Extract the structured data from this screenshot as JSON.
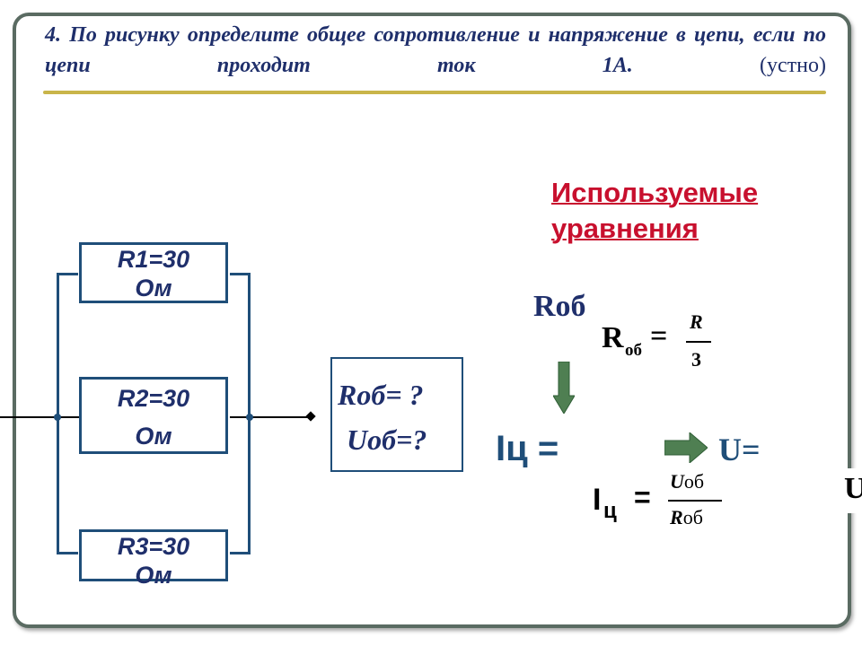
{
  "task": {
    "number": "4.",
    "text": "По рисунку определите общее сопротивление и напряжение в цепи, если по цепи проходит ток 1А.",
    "mode": "(устно)"
  },
  "hint_heading": {
    "line1": "Используемые",
    "line2": "уравнения"
  },
  "resistors": [
    {
      "name": "R1=30",
      "unit": "Ом"
    },
    {
      "name": "R2=30",
      "unit": "Ом"
    },
    {
      "name": "R3=30",
      "unit": "Ом"
    }
  ],
  "given": {
    "line1": "Rоб= ?",
    "line2": "Uоб=?"
  },
  "formulas": {
    "rob_label": "Rоб",
    "rob_formula": {
      "lhs": "R",
      "lhs_sub": "об",
      "eq": "=",
      "num": "R",
      "den": "3"
    },
    "current_label": "Iц =",
    "voltage_label": "U=",
    "current_formula": {
      "lhs": "I",
      "lhs_sub": "ц",
      "eq": "=",
      "num_var": "U",
      "num_sub": "об",
      "den_var": "R",
      "den_sub": "об"
    },
    "edge_letter": "U"
  },
  "colors": {
    "frame": "#5a6b62",
    "title": "#1f2f6b",
    "underline": "#c9b54a",
    "hint": "#c8102e",
    "wire": "#1f4e79",
    "arrow": "#4f7f52"
  }
}
